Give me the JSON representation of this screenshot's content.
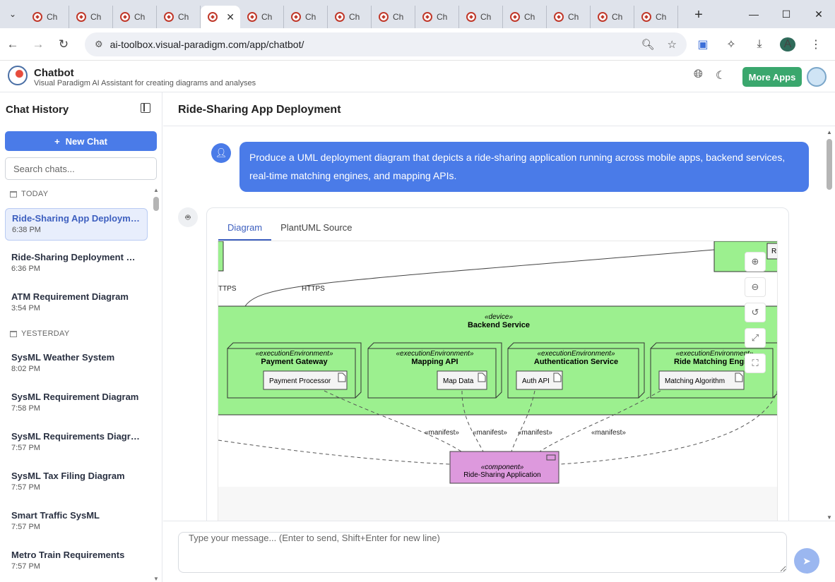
{
  "browser": {
    "tab_label": "Ch",
    "active_tab_label": "Ch",
    "url": "ai-toolbox.visual-paradigm.com/app/chatbot/",
    "avatar_letter": "A"
  },
  "app": {
    "title": "Chatbot",
    "subtitle": "Visual Paradigm AI Assistant for creating diagrams and analyses",
    "more_apps": "More Apps"
  },
  "sidebar": {
    "title": "Chat History",
    "new_chat": "New Chat",
    "search_placeholder": "Search chats...",
    "groups": [
      {
        "label": "TODAY",
        "items": [
          {
            "title": "Ride-Sharing App Deployment",
            "time": "6:38 PM"
          },
          {
            "title": "Ride-Sharing Deployment Di...",
            "time": "6:36 PM"
          },
          {
            "title": "ATM Requirement Diagram",
            "time": "3:54 PM"
          }
        ]
      },
      {
        "label": "YESTERDAY",
        "items": [
          {
            "title": "SysML Weather System",
            "time": "8:02 PM"
          },
          {
            "title": "SysML Requirement Diagram",
            "time": "7:58 PM"
          },
          {
            "title": "SysML Requirements Diagram",
            "time": "7:57 PM"
          },
          {
            "title": "SysML Tax Filing Diagram",
            "time": "7:57 PM"
          },
          {
            "title": "Smart Traffic SysML",
            "time": "7:57 PM"
          },
          {
            "title": "Metro Train Requirements",
            "time": "7:57 PM"
          }
        ]
      }
    ]
  },
  "main": {
    "chat_title": "Ride-Sharing App Deployment",
    "user_message": "Produce a UML deployment diagram that depicts a ride-sharing application running across mobile apps, backend services, real-time matching engines, and mapping APIs.",
    "tabs": [
      "Diagram",
      "PlantUML Source"
    ],
    "input_placeholder": "Type your message... (Enter to send, Shift+Enter for new line)"
  },
  "diagram": {
    "top_node_label": "Ri",
    "https_left": "TTPS",
    "https_mid": "HTTPS",
    "device_stereotype": "«device»",
    "device_name": "Backend Service",
    "env_stereotype": "«executionEnvironment»",
    "envs": [
      {
        "name": "Payment Gateway",
        "artifact": "Payment Processor"
      },
      {
        "name": "Mapping API",
        "artifact": "Map Data"
      },
      {
        "name": "Authentication Service",
        "artifact": "Auth API"
      },
      {
        "name": "Ride Matching Engine",
        "artifact": "Matching Algorithm"
      }
    ],
    "manifest": "«manifest»",
    "component_stereotype": "«component»",
    "component_name": "Ride-Sharing Application"
  }
}
